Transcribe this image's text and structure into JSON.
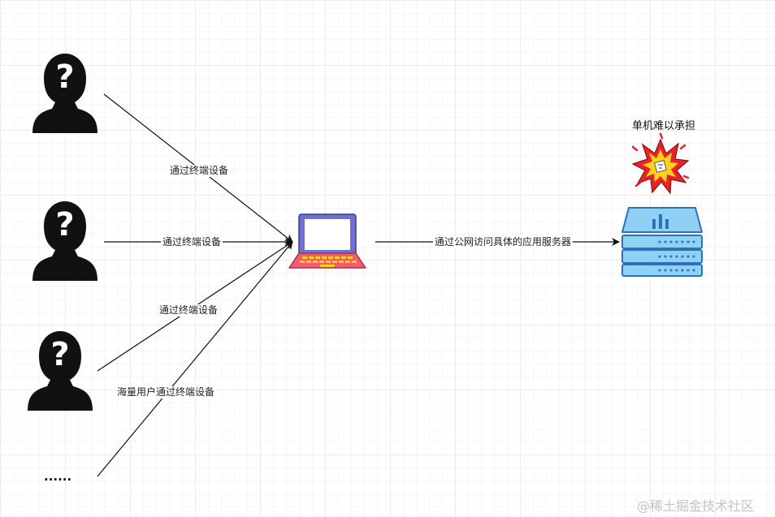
{
  "edges": {
    "user1_label": "通过终端设备",
    "user2_label": "通过终端设备",
    "user3_label": "通过终端设备",
    "user4_label": "海量用户通过终端设备",
    "terminal_to_server_label": "通过公网访问具体的应用服务器"
  },
  "server": {
    "overload_label": "单机难以承担"
  },
  "users": {
    "more_label": "......"
  },
  "watermark": "@稀土掘金技术社区",
  "icons": {
    "user": "anonymous-user-icon",
    "terminal": "laptop-icon",
    "server": "server-icon",
    "explosion": "explosion-icon"
  },
  "colors": {
    "laptop_frame": "#6f6fd4",
    "laptop_screen": "#ffffff",
    "laptop_keyboard": "#f25d6d",
    "server_fill": "#8fd0f4",
    "server_stroke": "#2b73b8",
    "explosion_red": "#e8242a",
    "explosion_yellow": "#ffd21f"
  }
}
